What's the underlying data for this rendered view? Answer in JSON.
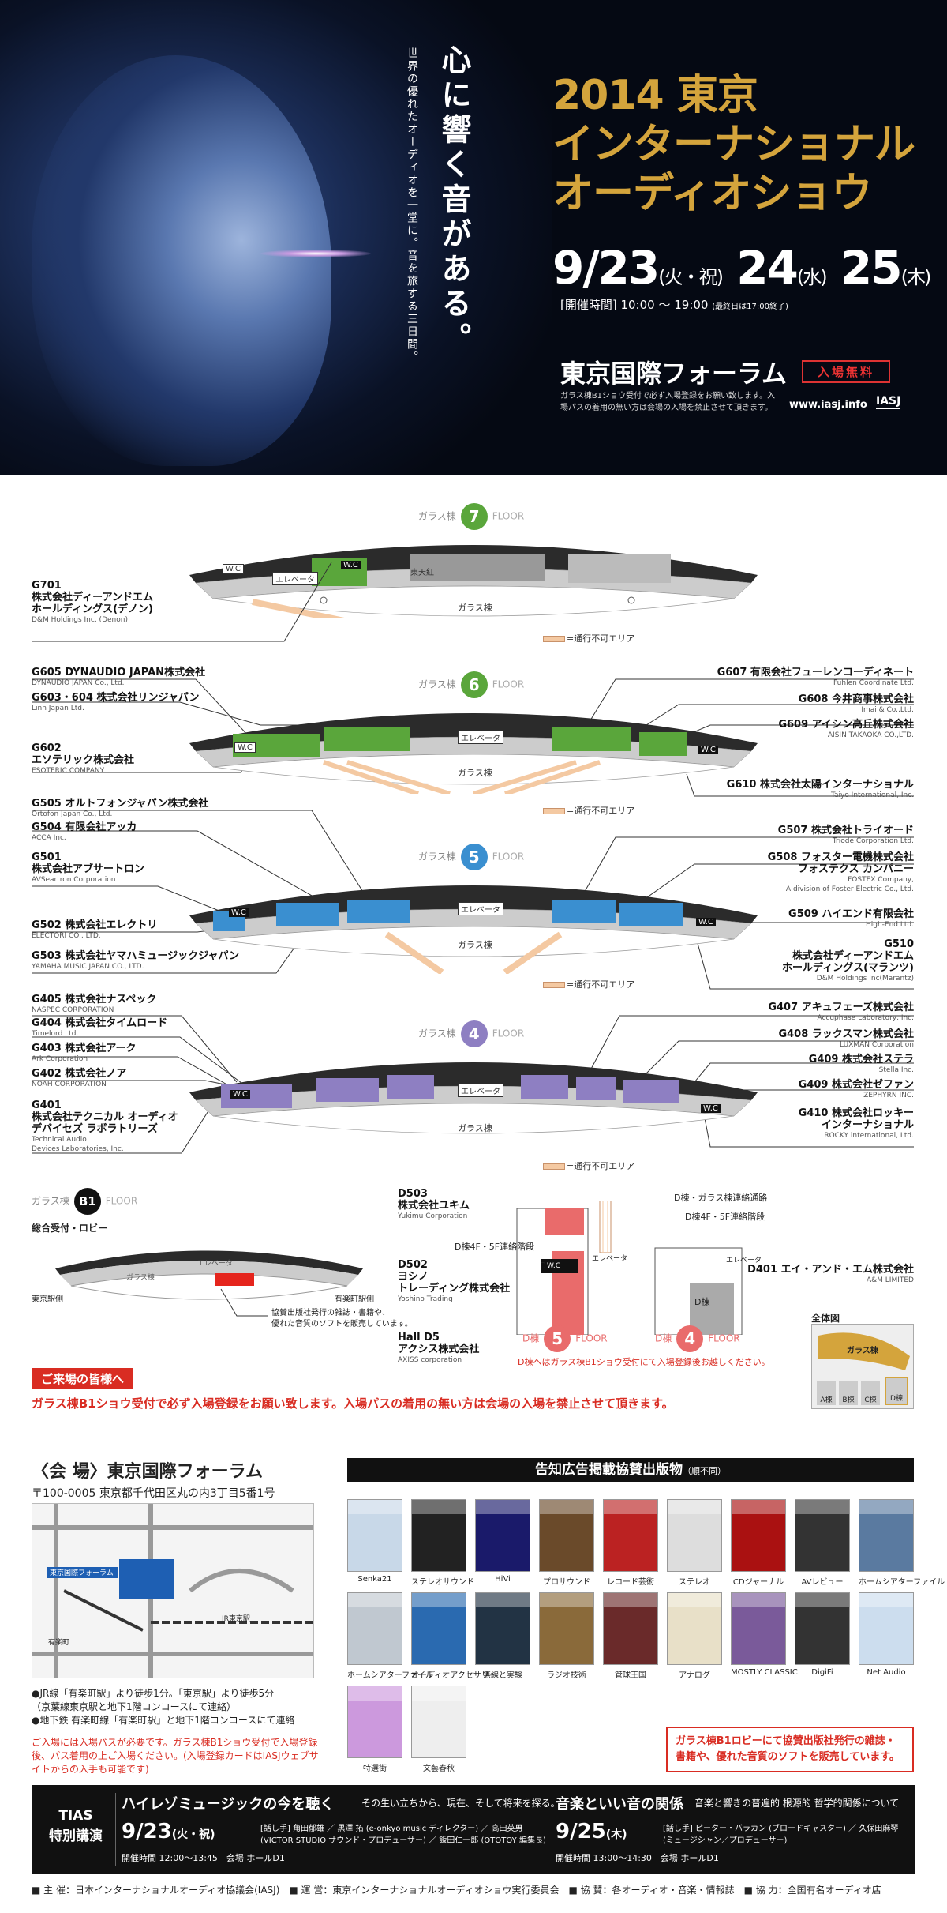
{
  "hero": {
    "catch": "心に響く音がある。",
    "catch_sub": "世界の優れたオーディオを一堂に。音を旅する三日間。",
    "title_line1": "2014 東京",
    "title_line2": "インターナショナル",
    "title_line3": "オーディオショウ",
    "date1": "9/23",
    "date1_day": "(火・祝)",
    "date2": "24",
    "date2_day": "(水)",
    "date3": "25",
    "date3_day": "(木)",
    "hours_label": "[開催時間] 10:00 〜 19:00",
    "hours_note": "(最終日は17:00終了)",
    "venue": "東京国際フォーラム",
    "free": "入場無料",
    "note": "ガラス棟B1ショウ受付で必ず入場登録をお願い致します。入場パスの着用の無い方は会場の入場を禁止させて頂きます。",
    "url": "www.iasj.info",
    "logo": "IASJ"
  },
  "common": {
    "glass": "ガラス棟",
    "floor": "FLOOR",
    "elevator": "エレベータ",
    "wc": "W.C",
    "no_entry": "=通行不可エリア"
  },
  "floor7": {
    "num": "7",
    "east": "東天紅",
    "left": [
      {
        "code": "G701",
        "name": "株式会社ディーアンドエム\nホールディングス(デノン)",
        "en": "D&M Holdings Inc. (Denon)"
      }
    ]
  },
  "floor6": {
    "num": "6",
    "left": [
      {
        "name": "G605 DYNAUDIO JAPAN株式会社",
        "en": "DYNAUDIO JAPAN Co., Ltd."
      },
      {
        "name": "G603・604 株式会社リンジャパン",
        "en": "Linn Japan Ltd."
      },
      {
        "name": "G602\nエソテリック株式会社",
        "en": "ESOTERIC COMPANY"
      }
    ],
    "right": [
      {
        "name": "G607 有限会社フューレンコーディネート",
        "en": "Fuhlen Coordinate Ltd."
      },
      {
        "name": "G608 今井商事株式会社",
        "en": "Imai & Co.,Ltd."
      },
      {
        "name": "G609 アイシン高丘株式会社",
        "en": "AISIN TAKAOKA CO.,LTD."
      },
      {
        "name": "G610 株式会社太陽インターナショナル",
        "en": "Taiyo International, Inc."
      }
    ]
  },
  "floor5": {
    "num": "5",
    "left": [
      {
        "name": "G505 オルトフォンジャパン株式会社",
        "en": "Ortofon Japan Co., Ltd."
      },
      {
        "name": "G504 有限会社アッカ",
        "en": "ACCA Inc."
      },
      {
        "name": "G501\n株式会社アブサートロン",
        "en": "AVSeartron Corporation"
      },
      {
        "name": "G502 株式会社エレクトリ",
        "en": "ELECTORI CO., LTD."
      },
      {
        "name": "G503 株式会社ヤマハミュージックジャパン",
        "en": "YAMAHA MUSIC JAPAN CO., LTD."
      }
    ],
    "right": [
      {
        "name": "G507 株式会社トライオード",
        "en": "Triode Corporation Ltd."
      },
      {
        "name": "G508 フォスター電機株式会社\nフォステクス カンパニー",
        "en": "FOSTEX Company,\nA division of Foster Electric Co., Ltd."
      },
      {
        "name": "G509 ハイエンド有限会社",
        "en": "High-End Ltd."
      },
      {
        "name": "G510\n株式会社ディーアンドエム\nホールディングス(マランツ)",
        "en": "D&M Holdings Inc(Marantz)"
      }
    ]
  },
  "floor4": {
    "num": "4",
    "left": [
      {
        "name": "G405 株式会社ナスペック",
        "en": "NASPEC CORPORATION"
      },
      {
        "name": "G404 株式会社タイムロード",
        "en": "Timelord Ltd."
      },
      {
        "name": "G403 株式会社アーク",
        "en": "Ark Corporation"
      },
      {
        "name": "G402 株式会社ノア",
        "en": "NOAH CORPORATION"
      },
      {
        "name": "G401\n株式会社テクニカル オーディオ\nデバイセズ ラボラトリーズ",
        "en": "Technical Audio\nDevices Laboratories, Inc."
      }
    ],
    "right": [
      {
        "name": "G407 アキュフェーズ株式会社",
        "en": "Accuphase Laboratory, Inc."
      },
      {
        "name": "G408 ラックスマン株式会社",
        "en": "LUXMAN Corporation"
      },
      {
        "name": "G409 株式会社ステラ",
        "en": "Stella Inc."
      },
      {
        "name": "G409 株式会社ゼファン",
        "en": "ZEPHYRN INC."
      },
      {
        "name": "G410 株式会社ロッキー\nインターナショナル",
        "en": "ROCKY international, Ltd."
      }
    ]
  },
  "b1": {
    "num": "B1",
    "reception": "総合受付・ロビー",
    "tokyo_side": "東京駅側",
    "yurakucho_side": "有楽町駅側",
    "sales_note": "協賛出版社発行の雑誌・書籍や、\n優れた音質のソフトを販売しています。"
  },
  "dbuilding": {
    "d503": "D503\n株式会社ユキム",
    "d503_en": "Yukimu Corporation",
    "d502": "D502\nヨシノ\nトレーディング株式会社",
    "d502_en": "Yoshino Trading",
    "d5": "Hall D5\nアクシス株式会社",
    "d5_en": "AXISS corporation",
    "d401": "D401 エイ・アンド・エム株式会社",
    "d401_en": "A&M LIMITED",
    "link1": "D棟・ガラス棟連絡通路",
    "link2": "D棟4F・5F連絡階段",
    "link3": "D棟4F・5F連絡階段",
    "d_label": "D棟",
    "d5_floor": "5",
    "d4_floor": "4",
    "note": "D棟へはガラス棟B1ショウ受付にて入場登録後お越しください。",
    "overview_title": "全体図",
    "ov_a": "A棟",
    "ov_b": "B棟",
    "ov_c": "C棟",
    "ov_d": "D棟"
  },
  "notice": {
    "head": "ご来場の皆様へ",
    "body": "ガラス棟B1ショウ受付で必ず入場登録をお願い致します。入場パスの着用の無い方は会場の入場を禁止させて頂きます。"
  },
  "access": {
    "venue_label": "〈会 場〉東京国際フォーラム",
    "address": "〒100-0005 東京都千代田区丸の内3丁目5番1号",
    "line1": "●JR線「有楽町駅」より徒歩1分。「東京駅」より徒歩5分",
    "line2": "（京葉線東京駅と地下1階コンコースにて連絡）",
    "line3": "●地下鉄 有楽町線「有楽町駅」と地下1階コンコースにて連絡",
    "red": "ご入場には入場パスが必要です。ガラス棟B1ショウ受付で入場登録後、パス着用の上ご入場ください。(入場登録カードはIASJウェブサイトからの入手も可能です)",
    "map_forum": "東京国際フォーラム",
    "map_jr": "JR東京駅",
    "map_yurakucho": "有楽町"
  },
  "publications": {
    "head": "告知広告掲載協賛出版物",
    "head_note": "（順不同）",
    "items": [
      "Senka21",
      "ステレオサウンド",
      "HiVi",
      "プロサウンド",
      "レコード芸術",
      "ステレオ",
      "CDジャーナル",
      "AVレビュー",
      "ホームシアターファイル",
      "ホームシアターファイル",
      "オーディオアクセサリー",
      "無線と実験",
      "ラジオ技術",
      "管球王国",
      "アナログ",
      "MOSTLY CLASSIC",
      "DigiFi",
      "Net Audio",
      "特選街",
      "文藝春秋"
    ],
    "red": "ガラス棟B1ロビーにて協賛出版社発行の雑誌・書籍や、優れた音質のソフトを販売しています。"
  },
  "tias": {
    "tag1": "TIAS",
    "tag2": "特別講演",
    "l_title": "ハイレゾミュージックの今を聴く",
    "l_sub": "その生い立ちから、現在、そして将来を探る。",
    "l_date": "9/23",
    "l_day": "(火・祝)",
    "l_time": "開催時間 12:00〜13:45　会場 ホールD1",
    "l_speaker": "[話し手] 角田郁雄 ／ 黒澤 拓 (e-onkyo music ディレクター) ／ 高田英男\n(VICTOR STUDIO サウンド・プロデューサー) ／ 飯田仁一郎 (OTOTOY 編集長)",
    "r_title": "音楽といい音の関係",
    "r_sub": "音楽と響きの普遍的 根源的 哲学的関係について",
    "r_date": "9/25",
    "r_day": "(木)",
    "r_time": "開催時間 13:00〜14:30　会場 ホールD1",
    "r_speaker": "[話し手] ピーター・バラカン (ブロードキャスター) ／ 久保田麻琴\n(ミュージシャン／プロデューサー)"
  },
  "footer": "■ 主 催：日本インターナショナルオーディオ協議会(IASJ)　■ 運 営：東京インターナショナルオーディオショウ実行委員会　■ 協 賛：各オーディオ・音楽・情報誌　■ 協 力：全国有名オーディオ店",
  "colors": {
    "f7": "#5aa63b",
    "f6": "#5aa63b",
    "f5": "#3a8fd0",
    "f4": "#8e7fc2",
    "gold": "#d4a43c",
    "red": "#d92c22"
  }
}
